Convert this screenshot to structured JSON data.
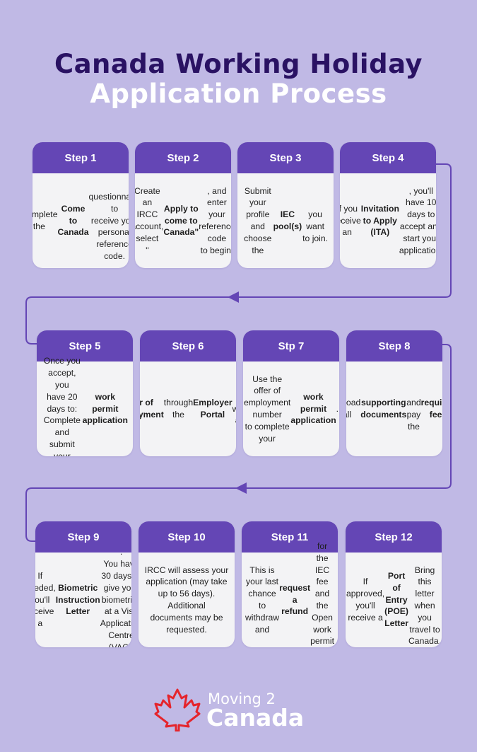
{
  "title": {
    "line1": "Canada Working Holiday",
    "line2": "Application Process"
  },
  "colors": {
    "background": "#c0b9e5",
    "title_dark": "#2a1263",
    "step_header": "#6446b5",
    "card_body": "#f3f3f5",
    "connector": "#6446b5",
    "logo_leaf": "#e5242b"
  },
  "steps": [
    {
      "label": "Step 1",
      "html": "Complete the<br><b>Come to Canada</b><br>questionnaire to<br>receive your personal<br>reference code."
    },
    {
      "label": "Step 2",
      "html": "Create an IRCC<br>account, select<br>\"<b>Apply to come to<br>Canada\"</b>, and enter<br>your reference code<br>to begin."
    },
    {
      "label": "Step 3",
      "html": "Submit your profile<br>and choose the<br><b>IEC pool(s)</b><br>you want to join."
    },
    {
      "label": "Step 4",
      "html": "If you receive an<br><b>Invitation to Apply<br>(ITA)</b>, you'll have 10<br>days to accept and<br>start your application."
    },
    {
      "label": "Step 5",
      "html": "Once you accept, you<br>have 20 days to:<br>Complete and submit<br>your <b>work permit<br>application</b>"
    },
    {
      "label": "Step 6",
      "html": "Your employer must<br>submit an <b>offer of<br>employment</b> through<br>the <b>Employer Portal</b><br>with an <b>offer of<br>employment number</b>"
    },
    {
      "label": "Stp 7",
      "html": "Use the offer of<br>employment number<br>to complete your<br><b>work permit<br>application</b>."
    },
    {
      "label": "Step 8",
      "html": "Upload all<br><b>supporting<br>documents</b><br>and pay the<br><b>required fees</b>"
    },
    {
      "label": "Step 9",
      "html": "If needed, you'll<br>receive a <b>Biometric<br>Instruction Letter</b>.<br>You have 30 days to<br>give your biometrics<br>at a Visa Application<br>Centre (VAC)."
    },
    {
      "label": "Step 10",
      "html": "IRCC will assess your<br>application (may take<br>up to 56 days).<br>Additional<br>documents may be<br>requested."
    },
    {
      "label": "Step 11",
      "html": "This is your last<br>chance to withdraw<br>and <b>request a refund</b><br>for the IEC fee and<br>the Open work permit<br>holder fee"
    },
    {
      "label": "Step 12",
      "html": "If approved, you'll<br>receive a<br><b>Port of Entry<br>(POE) Letter</b><br>Bring this letter when<br>you travel to Canada."
    }
  ],
  "logo": {
    "line1": "Moving 2",
    "line2": "Canada",
    "icon": "maple-leaf-icon"
  }
}
